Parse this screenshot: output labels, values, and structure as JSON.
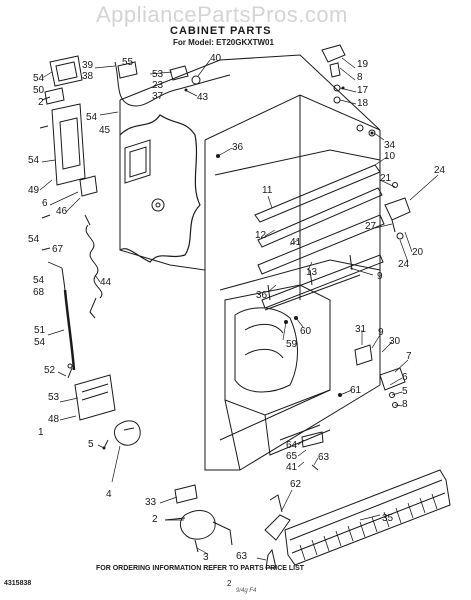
{
  "watermark": "AppliancePartsPros.com",
  "title": "CABINET PARTS",
  "subtitle": "For Model: ET20GKXTW01",
  "footer": "FOR ORDERING INFORMATION REFER TO PARTS PRICE LIST",
  "page_number": "2",
  "page_id": "9/4g F4",
  "doc_number": "4315838",
  "callouts": [
    {
      "id": "c54a",
      "text": "54"
    },
    {
      "id": "c50",
      "text": "50"
    },
    {
      "id": "c2a",
      "text": "2"
    },
    {
      "id": "c39",
      "text": "39"
    },
    {
      "id": "c38",
      "text": "38"
    },
    {
      "id": "c55",
      "text": "55"
    },
    {
      "id": "c53a",
      "text": "53"
    },
    {
      "id": "c23",
      "text": "23"
    },
    {
      "id": "c37",
      "text": "37"
    },
    {
      "id": "c40",
      "text": "40"
    },
    {
      "id": "c43",
      "text": "43"
    },
    {
      "id": "c54b",
      "text": "54"
    },
    {
      "id": "c45",
      "text": "45"
    },
    {
      "id": "c54c",
      "text": "54"
    },
    {
      "id": "c49",
      "text": "49"
    },
    {
      "id": "c6a",
      "text": "6"
    },
    {
      "id": "c46",
      "text": "46"
    },
    {
      "id": "c54d",
      "text": "54"
    },
    {
      "id": "c67",
      "text": "67"
    },
    {
      "id": "c54e",
      "text": "54"
    },
    {
      "id": "c68",
      "text": "68"
    },
    {
      "id": "c44",
      "text": "44"
    },
    {
      "id": "c51",
      "text": "51"
    },
    {
      "id": "c54f",
      "text": "54"
    },
    {
      "id": "c52",
      "text": "52"
    },
    {
      "id": "c53b",
      "text": "53"
    },
    {
      "id": "c48",
      "text": "48"
    },
    {
      "id": "c1",
      "text": "1"
    },
    {
      "id": "c5a",
      "text": "5"
    },
    {
      "id": "c4",
      "text": "4"
    },
    {
      "id": "c36a",
      "text": "36"
    },
    {
      "id": "c19",
      "text": "19"
    },
    {
      "id": "c8a",
      "text": "8"
    },
    {
      "id": "c17",
      "text": "17"
    },
    {
      "id": "c18",
      "text": "18"
    },
    {
      "id": "c34",
      "text": "34"
    },
    {
      "id": "c10",
      "text": "10"
    },
    {
      "id": "c21",
      "text": "21"
    },
    {
      "id": "c24a",
      "text": "24"
    },
    {
      "id": "c11",
      "text": "11"
    },
    {
      "id": "c12",
      "text": "12"
    },
    {
      "id": "c41a",
      "text": "41"
    },
    {
      "id": "c27",
      "text": "27"
    },
    {
      "id": "c24b",
      "text": "24"
    },
    {
      "id": "c20",
      "text": "20"
    },
    {
      "id": "c13",
      "text": "13"
    },
    {
      "id": "c9a",
      "text": "9"
    },
    {
      "id": "c36b",
      "text": "36"
    },
    {
      "id": "c60",
      "text": "60"
    },
    {
      "id": "c59",
      "text": "59"
    },
    {
      "id": "c31",
      "text": "31"
    },
    {
      "id": "c9b",
      "text": "9"
    },
    {
      "id": "c30",
      "text": "30"
    },
    {
      "id": "c7",
      "text": "7"
    },
    {
      "id": "c6b",
      "text": "6"
    },
    {
      "id": "c5b",
      "text": "5"
    },
    {
      "id": "c8b",
      "text": "8"
    },
    {
      "id": "c61",
      "text": "61"
    },
    {
      "id": "c64",
      "text": "64"
    },
    {
      "id": "c65",
      "text": "65"
    },
    {
      "id": "c41b",
      "text": "41"
    },
    {
      "id": "c63a",
      "text": "63"
    },
    {
      "id": "c62",
      "text": "62"
    },
    {
      "id": "c33",
      "text": "33"
    },
    {
      "id": "c2b",
      "text": "2"
    },
    {
      "id": "c3",
      "text": "3"
    },
    {
      "id": "c35",
      "text": "35"
    },
    {
      "id": "c63b",
      "text": "63"
    }
  ]
}
